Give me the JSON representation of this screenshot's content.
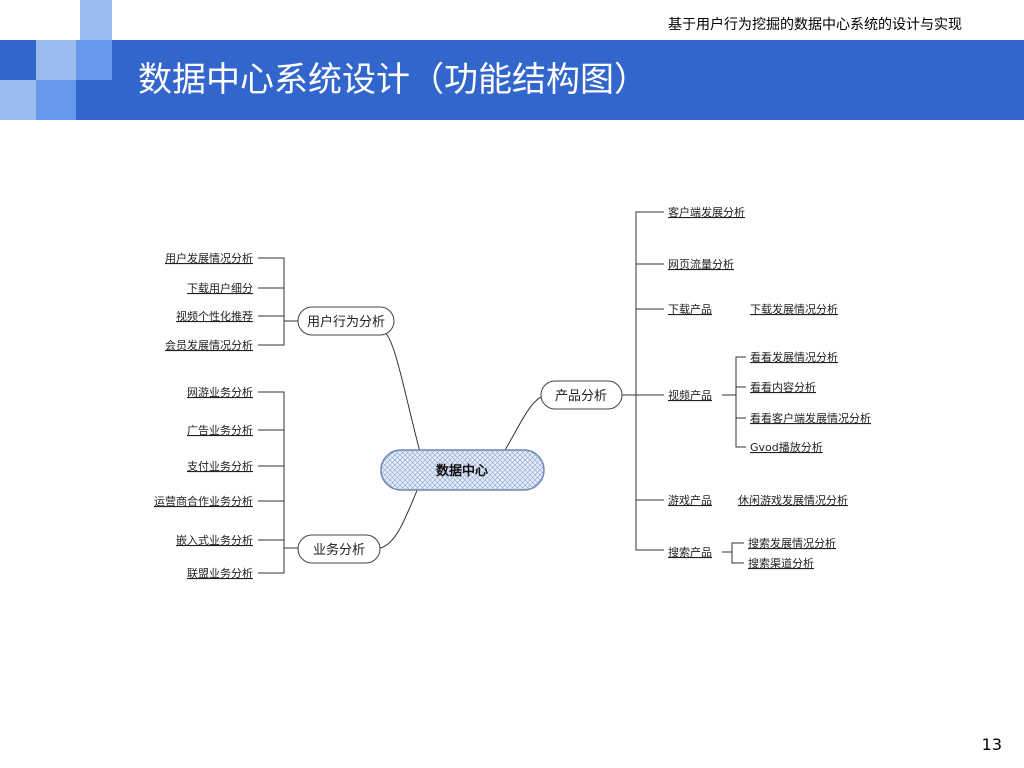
{
  "header": {
    "subtitle": "基于用户行为挖掘的数据中心系统的设计与实现",
    "title": "数据中心系统设计（功能结构图）",
    "accent_color": "#3366cc",
    "decor_light": "#99bbee",
    "decor_mid": "#6699ee"
  },
  "diagram": {
    "center": "数据中心",
    "user_behavior": {
      "label": "用户行为分析",
      "items": [
        "用户发展情况分析",
        "下载用户细分",
        "视频个性化推荐",
        "会员发展情况分析"
      ]
    },
    "business": {
      "label": "业务分析",
      "items": [
        "网游业务分析",
        "广告业务分析",
        "支付业务分析",
        "运营商合作业务分析",
        "嵌入式业务分析",
        "联盟业务分析"
      ]
    },
    "product": {
      "label": "产品分析",
      "items": {
        "client": "客户端发展分析",
        "web": "网页流量分析",
        "download": {
          "label": "下载产品",
          "child": "下载发展情况分析"
        },
        "video": {
          "label": "视频产品",
          "children": [
            "看看发展情况分析",
            "看看内容分析",
            "看看客户端发展情况分析",
            "Gvod播放分析"
          ]
        },
        "game": {
          "label": "游戏产品",
          "child": "休闲游戏发展情况分析"
        },
        "search": {
          "label": "搜索产品",
          "children": [
            "搜索发展情况分析",
            "搜索渠道分析"
          ]
        }
      }
    }
  },
  "footer": {
    "page_number": "13"
  }
}
